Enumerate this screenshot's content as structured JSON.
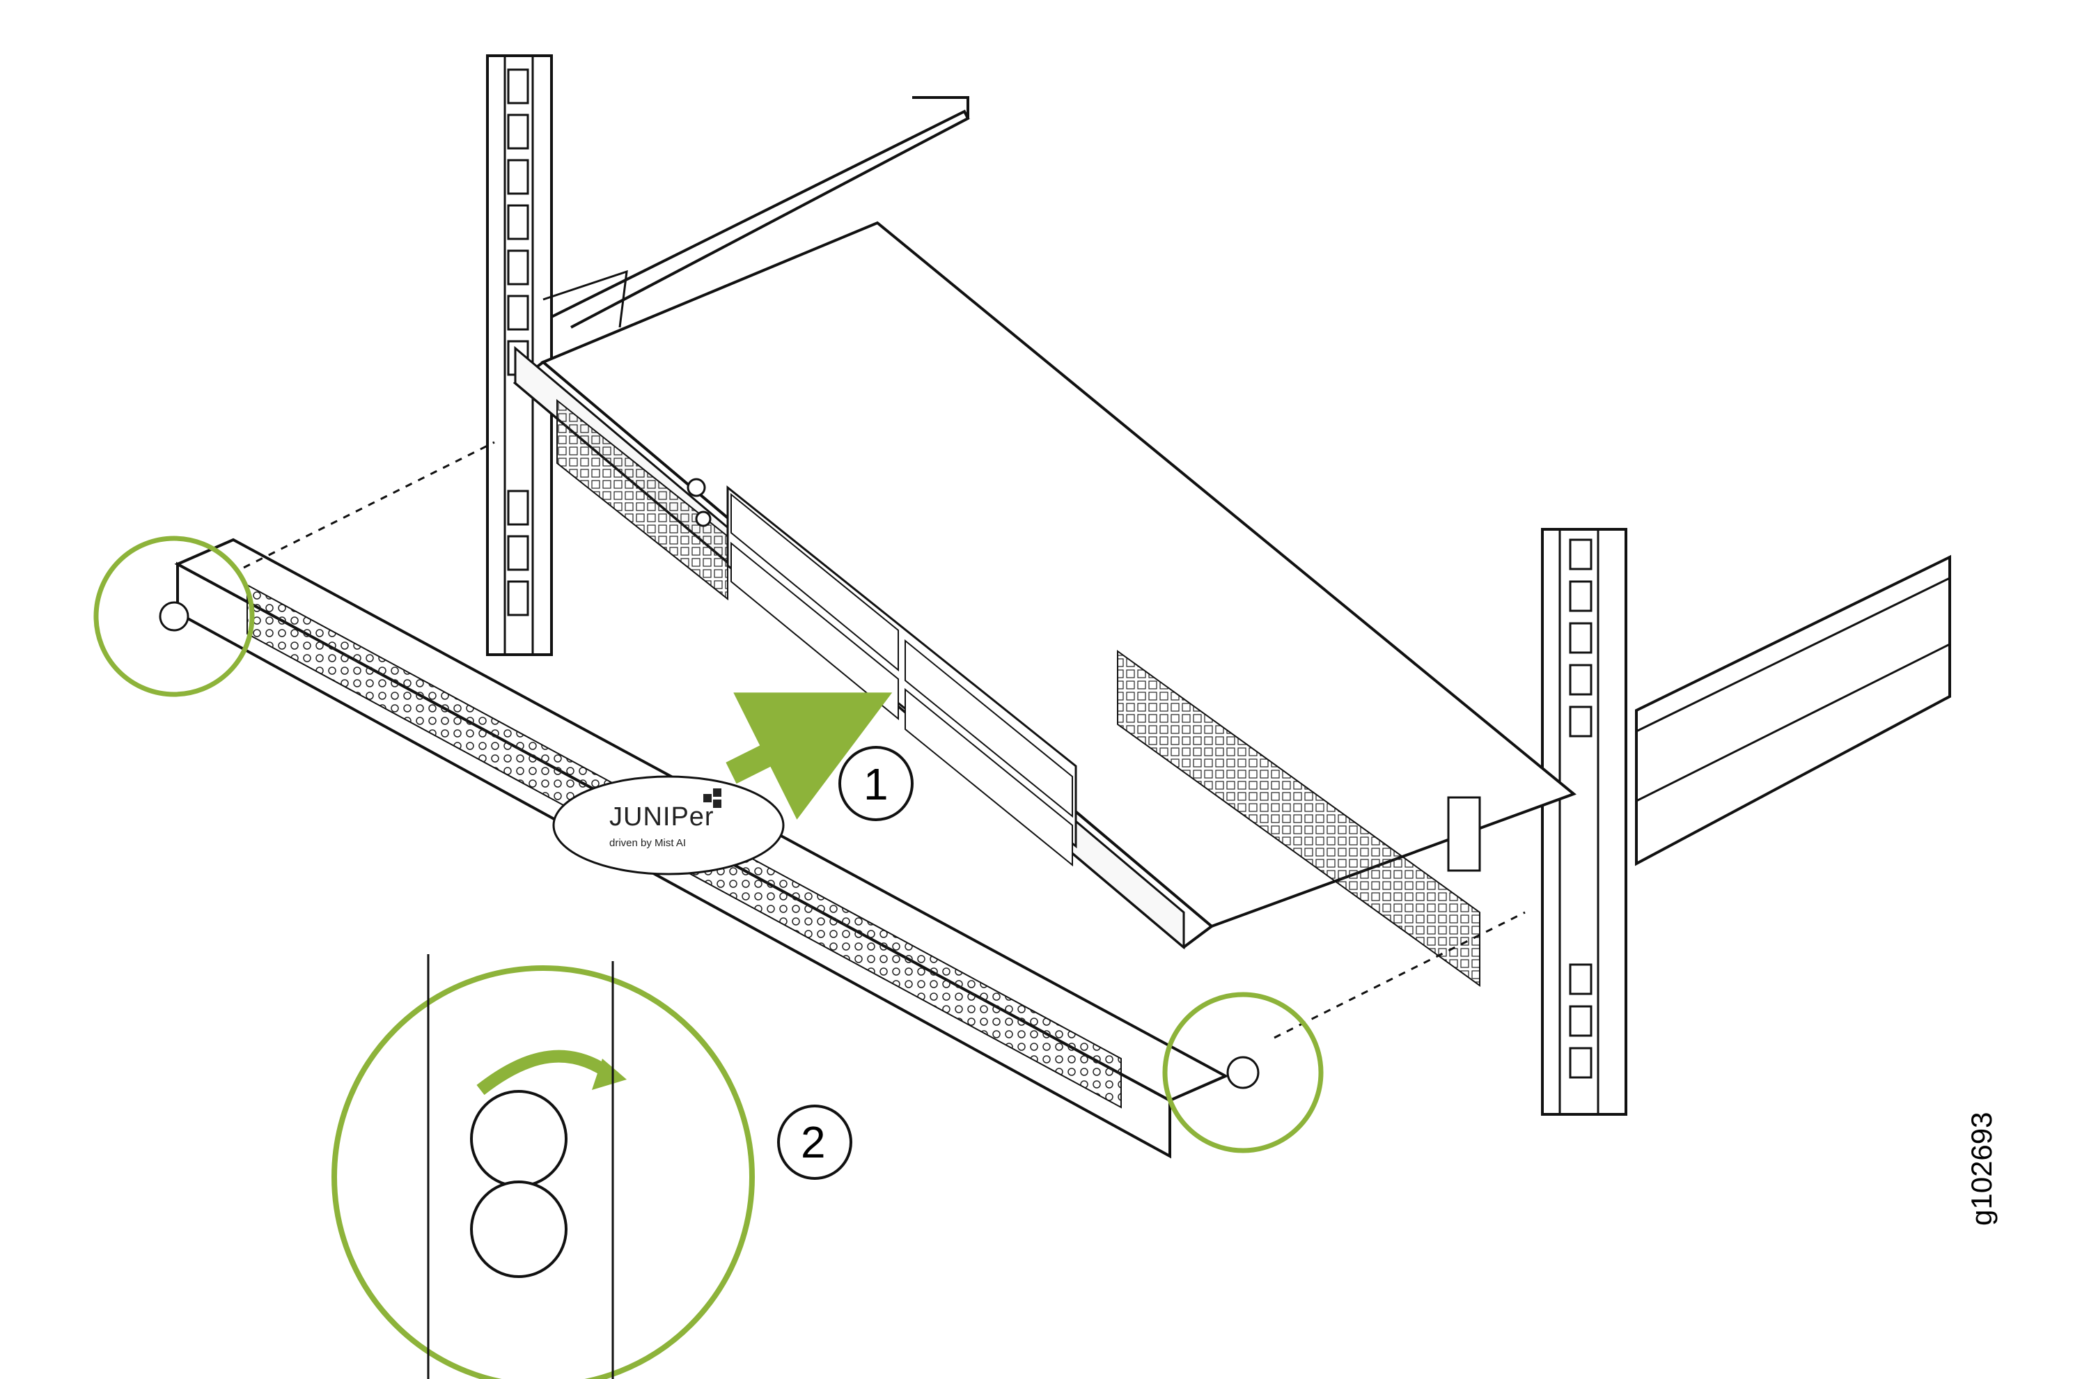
{
  "figure": {
    "id": "g102693",
    "description_labels": {
      "step1": "1",
      "step2": "2"
    }
  },
  "branding": {
    "logo_main": "JUNIPer",
    "logo_sub": "driven by Mist AI"
  },
  "colors": {
    "accent": "#8db33a",
    "line": "#111111",
    "background": "#ffffff"
  },
  "icons": {
    "arrow": "straight-push-arrow",
    "rotate": "curved-rotate-arrow",
    "screw": "captive-screw"
  }
}
